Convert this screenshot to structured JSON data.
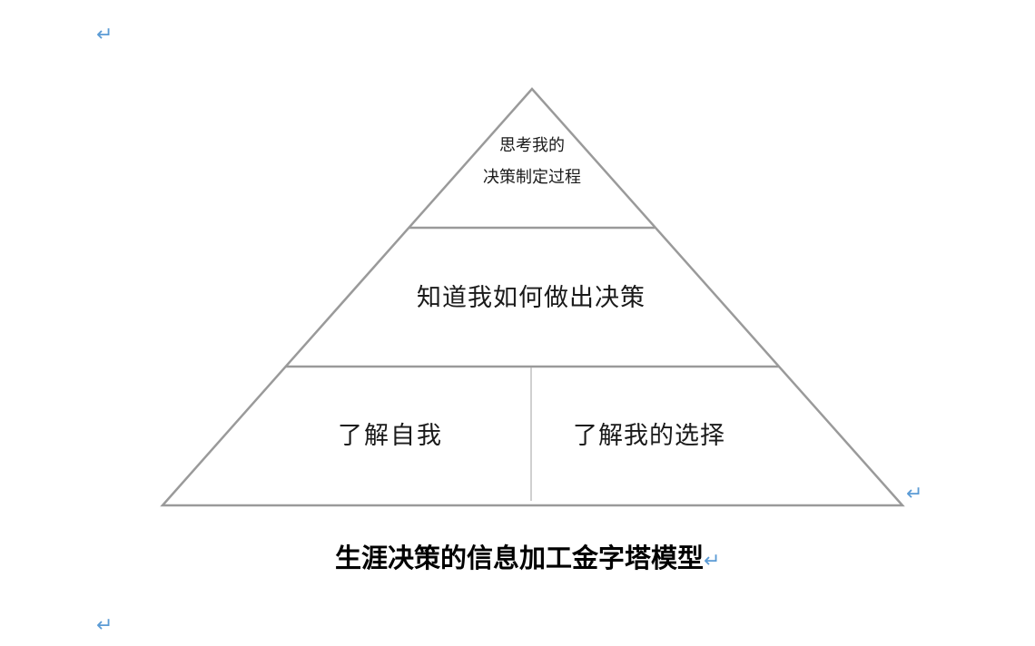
{
  "diagram": {
    "levels": {
      "top": {
        "line1": "思考我的",
        "line2": "决策制定过程"
      },
      "middle": {
        "label": "知道我如何做出决策"
      },
      "bottom_left": {
        "label": "了解自我"
      },
      "bottom_right": {
        "label": "了解我的选择"
      }
    },
    "caption": "生涯决策的信息加工金字塔模型"
  },
  "marks": {
    "paragraph_mark": "↵"
  },
  "colors": {
    "outline": "#9a9a9a",
    "paragraph_mark": "#5b9bd5",
    "text": "#1a1a1a"
  }
}
